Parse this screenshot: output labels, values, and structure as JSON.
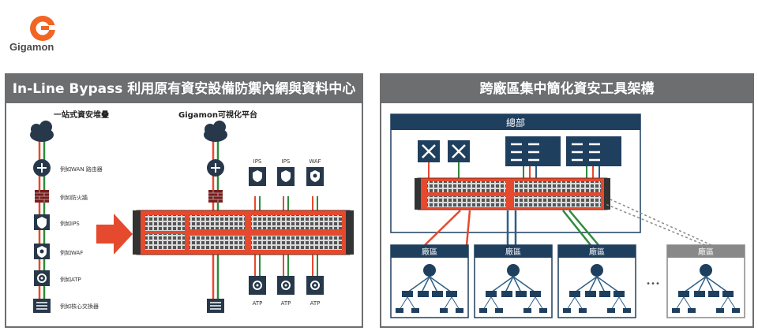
{
  "logo": {
    "text": "Gigamon",
    "brand_color": "#f26522"
  },
  "left_panel": {
    "title": "In-Line Bypass 利用原有資安設備防禦內網與資料中心",
    "stack_title": "一站式資安堆疊",
    "platform_title": "Gigamon可視化平台",
    "stack_items": [
      {
        "icon": "router-icon",
        "label": "例如WAN 路由器"
      },
      {
        "icon": "firewall-icon",
        "label": "例如防火牆"
      },
      {
        "icon": "shield-icon",
        "label": "例如IPS"
      },
      {
        "icon": "waf-icon",
        "label": "例如WAF"
      },
      {
        "icon": "biohazard-icon",
        "label": "例如ATP"
      },
      {
        "icon": "switch-icon",
        "label": "例如核心交換器"
      }
    ],
    "top_tools": [
      "IPS",
      "IPS",
      "WAF"
    ],
    "bottom_tools": [
      "ATP",
      "ATP",
      "ATP"
    ]
  },
  "right_panel": {
    "title": "跨廠區集中簡化資安工具架構",
    "hq_label": "總部",
    "sites": [
      {
        "label": "廠區",
        "faded": false
      },
      {
        "label": "廠區",
        "faded": false
      },
      {
        "label": "廠區",
        "faded": false
      },
      {
        "label": "廠區",
        "faded": true
      }
    ],
    "ellipsis": "•••"
  },
  "colors": {
    "red_line": "#e64a2e",
    "green_line": "#2e8b3a",
    "blue_line": "#2f5f86",
    "navy": "#1f3f5f",
    "panel_gray": "#6d6e70",
    "orange": "#f26522"
  }
}
